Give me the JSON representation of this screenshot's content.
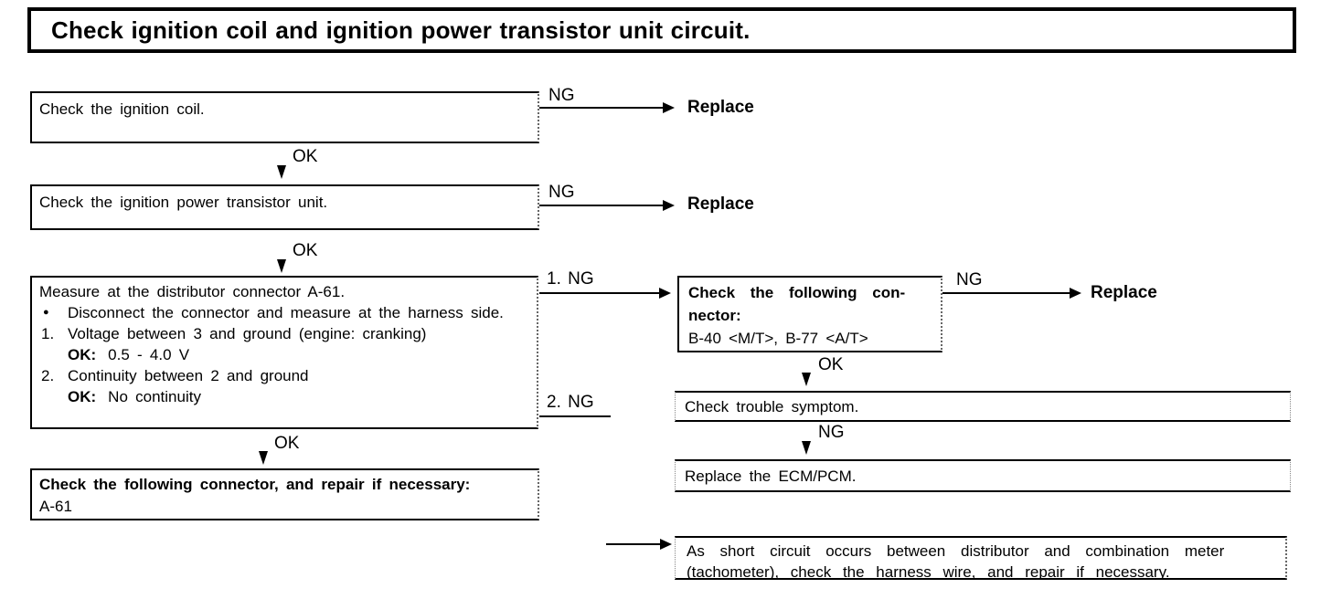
{
  "title": "Check ignition coil and ignition power transistor unit circuit.",
  "labels": {
    "ok": "OK",
    "ng": "NG",
    "ng_1": "1. NG",
    "ng_2": "2. NG",
    "replace": "Replace"
  },
  "flow": {
    "step1": "Check the ignition coil.",
    "step2": "Check the ignition power transistor unit.",
    "step3": {
      "heading": "Measure at the distributor connector A-61.",
      "bullet_marker": "●",
      "bullet_text": "Disconnect the connector and measure at the harness side.",
      "item1_marker": "1.",
      "item1_text": "Voltage between 3 and ground (engine: cranking)",
      "item1_ok_label": "OK:",
      "item1_ok_value": "0.5 - 4.0 V",
      "item2_marker": "2.",
      "item2_text": "Continuity between 2 and ground",
      "item2_ok_label": "OK:",
      "item2_ok_value": "No continuity"
    },
    "step4_bold": "Check the following connector, and repair if necessary:",
    "step4_normal": " A-61",
    "connector_box": {
      "bold_line1": "Check the following con-",
      "bold_line2": "nector:",
      "detail": "B-40 <M/T>, B-77 <A/T>"
    },
    "trouble": "Check trouble symptom.",
    "ecm": "Replace the ECM/PCM.",
    "short_line1": "As short circuit occurs between distributor and combination meter",
    "short_line2": "(tachometer), check the harness wire, and repair if necessary."
  }
}
